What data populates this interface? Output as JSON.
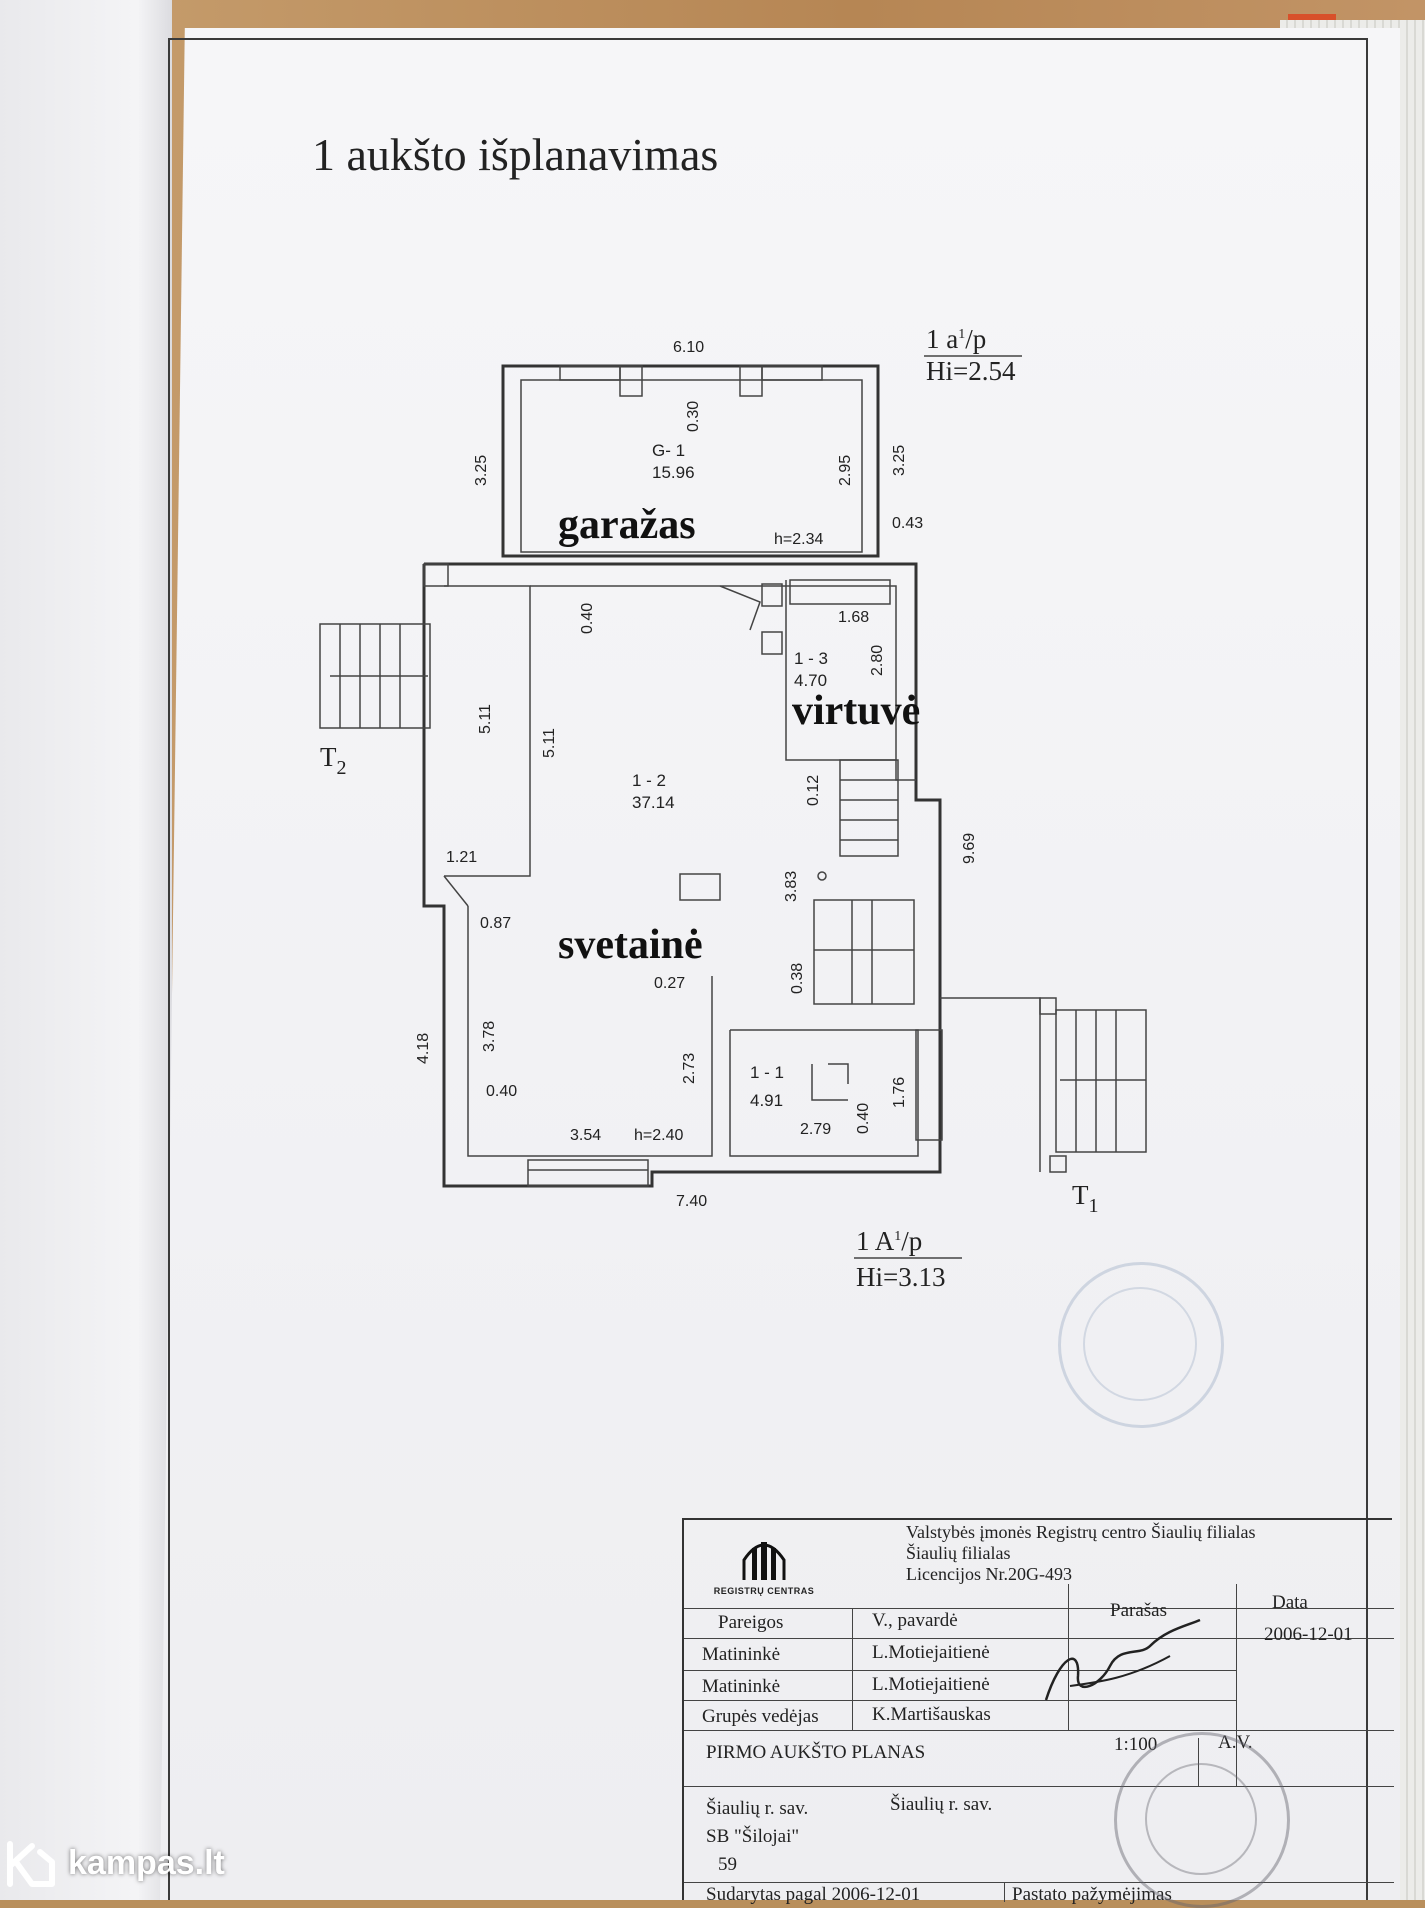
{
  "document": {
    "title": "1 aukšto išplanavimas"
  },
  "rooms": [
    {
      "code": "G- 1",
      "area": "15.96",
      "name": "garažas",
      "height": "h=2.34"
    },
    {
      "code": "1 - 3",
      "area": "4.70",
      "name": "virtuvė"
    },
    {
      "code": "1 - 2",
      "area": "37.14",
      "name": "svetainė",
      "height": "h=2.40"
    },
    {
      "code": "1 - 1",
      "area": "4.91"
    }
  ],
  "dimensions": [
    "6.10",
    "0.30",
    "3.25",
    "2.95",
    "3.25",
    "0.43",
    "0.40",
    "1.68",
    "2.80",
    "5.11",
    "5.11",
    "0.12",
    "9.69",
    "3.83",
    "1.21",
    "0.87",
    "0.38",
    "0.27",
    "4.18",
    "3.78",
    "2.73",
    "0.40",
    "1.76",
    "0.40",
    "2.79",
    "3.54",
    "7.40"
  ],
  "levels": {
    "top_label": "1 a",
    "top_sup": "1",
    "top_suffix": "/p",
    "top_value": "Hi=2.54",
    "bottom_label": "1 A",
    "bottom_sup": "1",
    "bottom_suffix": "/p",
    "bottom_value": "Hi=3.13"
  },
  "stairs": [
    {
      "label": "T",
      "sub": "2"
    },
    {
      "label": "T",
      "sub": "1"
    }
  ],
  "title_block": {
    "org_line1": "Valstybės įmonės Registrų centro Šiaulių filialas",
    "org_line2": "Šiaulių filialas",
    "org_line3": "Licencijos Nr.20G-493",
    "logo_text": "REGISTRŲ CENTRAS",
    "headers": [
      "Pareigos",
      "V., pavardė",
      "Parašas",
      "Data"
    ],
    "rows": [
      {
        "role": "Matininkė",
        "name": "L.Motiejaitienė",
        "date": "2006-12-01"
      },
      {
        "role": "Matininkė",
        "name": "L.Motiejaitienė",
        "date": ""
      },
      {
        "role": "Grupės vedėjas",
        "name": "K.Martišauskas",
        "date": ""
      }
    ],
    "plan_name": "PIRMO AUKŠTO PLANAS",
    "scale": "1:100",
    "sheet_code": "A.V.",
    "address_left_1": "Šiaulių r. sav.",
    "address_left_2": "SB \"Šilojai\"",
    "address_left_3": "59",
    "address_right": "Šiaulių r. sav.",
    "footer_left": "Sudarytas pagal  2006-12-01",
    "footer_right": "Pastato pažymėjimas"
  },
  "watermark": {
    "text": "kampas.lt"
  }
}
